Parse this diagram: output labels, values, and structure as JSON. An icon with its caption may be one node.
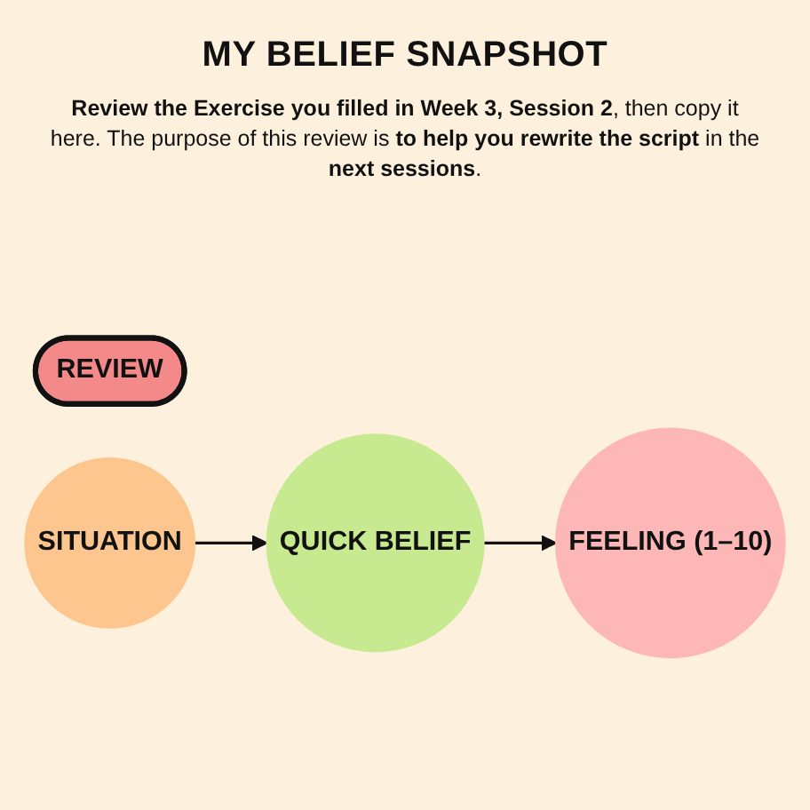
{
  "diagram": {
    "title": "MY BELIEF SNAPSHOT",
    "nodes": [
      {
        "text": [
          "REVIEW"
        ]
      },
      {
        "text": [
          "SITUATION"
        ]
      },
      {
        "text": [
          "QUICK BELIEF"
        ]
      },
      {
        "text": [
          "FEELING (1–10)"
        ]
      }
    ],
    "edges": [
      {
        "from": 1,
        "to": 2,
        "arrow": "to"
      },
      {
        "from": 2,
        "to": 3,
        "arrow": "to"
      }
    ],
    "labels": [
      "**Review the Exercise you filled in Week 3, Session 2**, then copy it here. The purpose of this review is **to help you rewrite the script** in the **next sessions**."
    ]
  }
}
